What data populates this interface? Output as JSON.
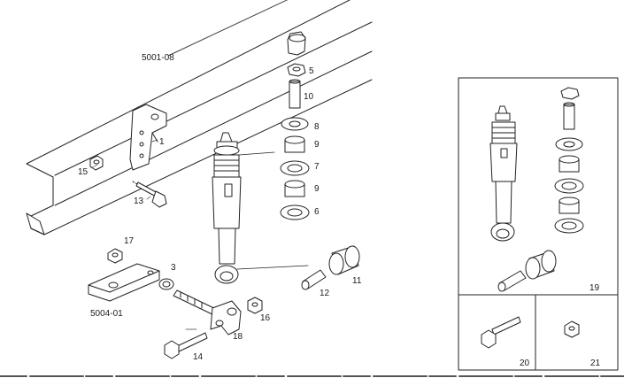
{
  "refs": {
    "group_top": "5001-08",
    "group_bottom": "5004-01"
  },
  "parts": {
    "p1": "1",
    "p3": "3",
    "p5": "5",
    "p6": "6",
    "p7": "7",
    "p8": "8",
    "p9a": "9",
    "p9b": "9",
    "p10": "10",
    "p11": "11",
    "p12": "12",
    "p13": "13",
    "p14": "14",
    "p15": "15",
    "p16": "16",
    "p17": "17",
    "p18": "18",
    "p19": "19",
    "p20": "20",
    "p21": "21"
  }
}
